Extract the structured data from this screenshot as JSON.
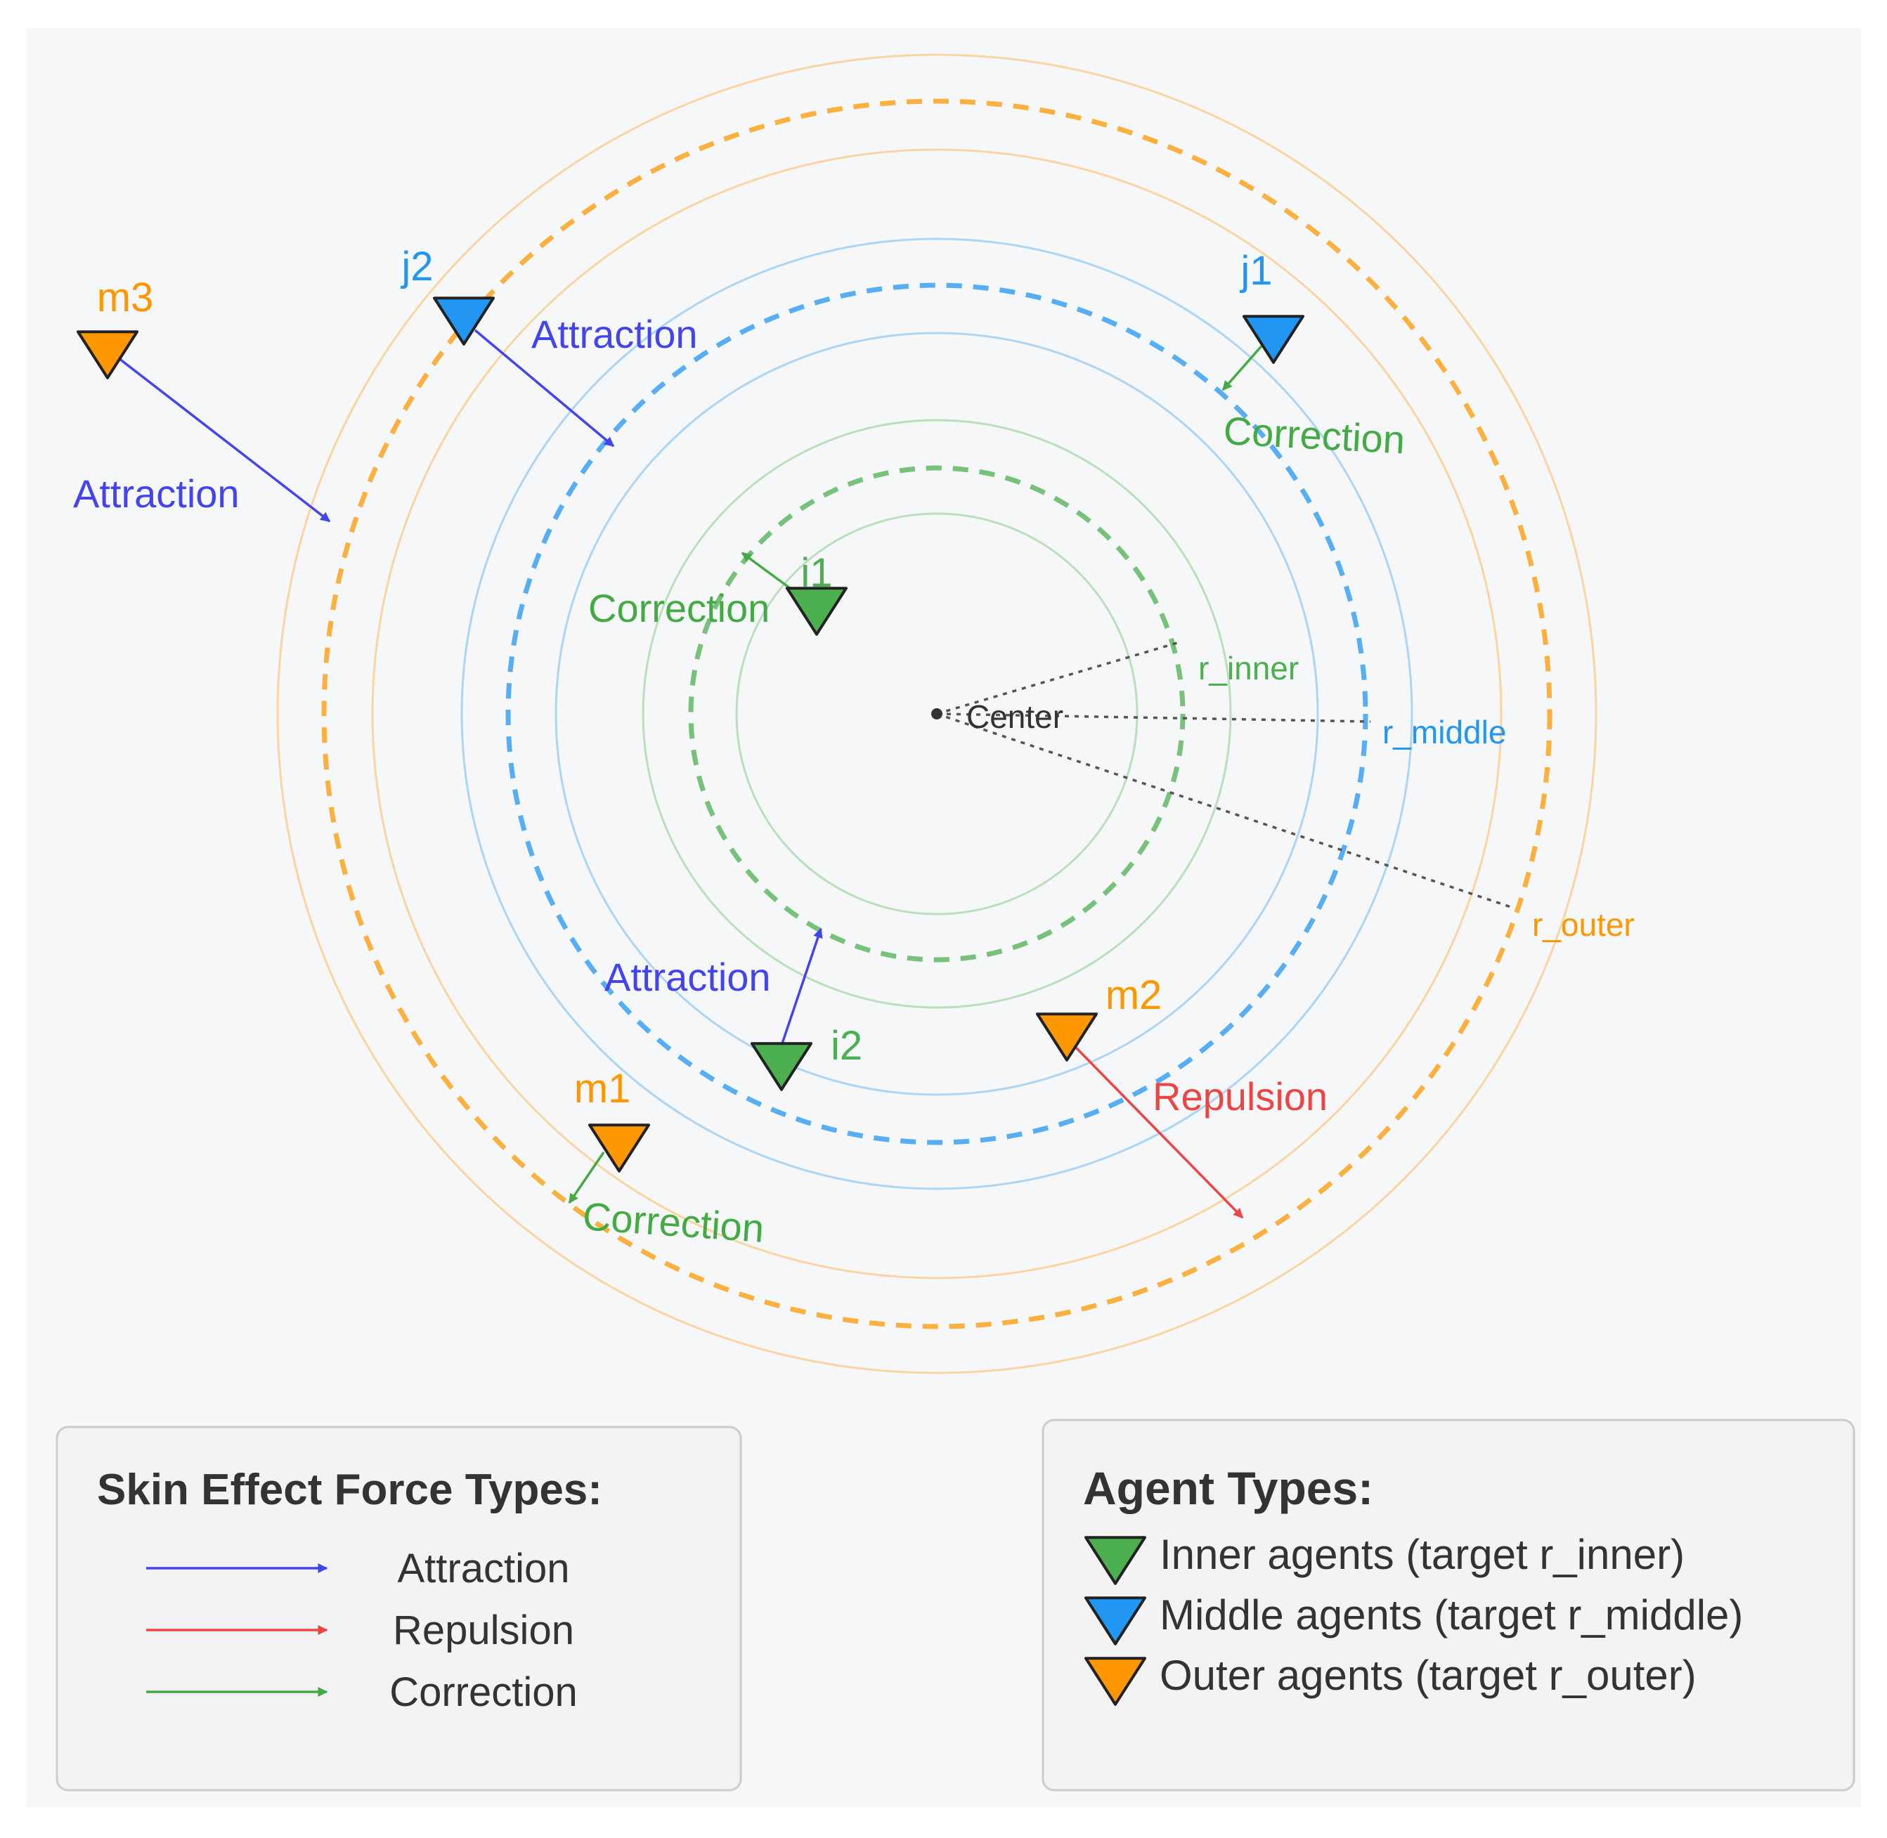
{
  "colors": {
    "background": "#f6f7f8",
    "inner": "#4caf50",
    "middle": "#2196f3",
    "outer": "#ff9800",
    "attraction": "#4444ee",
    "repulsion": "#ee4444",
    "correction": "#44aa44",
    "radius_line": "#555555",
    "legend_bg": "#f3f3f3",
    "legend_border": "#cccccc"
  },
  "center": {
    "label": "Center"
  },
  "radii": {
    "inner": {
      "label": "r_inner"
    },
    "middle": {
      "label": "r_middle"
    },
    "outer": {
      "label": "r_outer"
    }
  },
  "agents": [
    {
      "id": "i1",
      "label": "i1",
      "type": "inner"
    },
    {
      "id": "i2",
      "label": "i2",
      "type": "inner"
    },
    {
      "id": "j1",
      "label": "j1",
      "type": "middle"
    },
    {
      "id": "j2",
      "label": "j2",
      "type": "middle"
    },
    {
      "id": "m1",
      "label": "m1",
      "type": "outer"
    },
    {
      "id": "m2",
      "label": "m2",
      "type": "outer"
    },
    {
      "id": "m3",
      "label": "m3",
      "type": "outer"
    }
  ],
  "forces": [
    {
      "from": "m3",
      "kind": "attraction",
      "label": "Attraction"
    },
    {
      "from": "j2",
      "kind": "attraction",
      "label": "Attraction"
    },
    {
      "from": "j1",
      "kind": "correction",
      "label": "Correction"
    },
    {
      "from": "i1",
      "kind": "correction",
      "label": "Correction"
    },
    {
      "from": "i2",
      "kind": "attraction",
      "label": "Attraction"
    },
    {
      "from": "m2",
      "kind": "repulsion",
      "label": "Repulsion"
    },
    {
      "from": "m1",
      "kind": "correction",
      "label": "Correction"
    }
  ],
  "legend_forces": {
    "title": "Skin Effect Force Types:",
    "items": [
      {
        "kind": "attraction",
        "label": "Attraction"
      },
      {
        "kind": "repulsion",
        "label": "Repulsion"
      },
      {
        "kind": "correction",
        "label": "Correction"
      }
    ]
  },
  "legend_agents": {
    "title": "Agent Types:",
    "items": [
      {
        "type": "inner",
        "label": "Inner agents (target r_inner)"
      },
      {
        "type": "middle",
        "label": "Middle agents (target r_middle)"
      },
      {
        "type": "outer",
        "label": "Outer agents (target r_outer)"
      }
    ]
  }
}
